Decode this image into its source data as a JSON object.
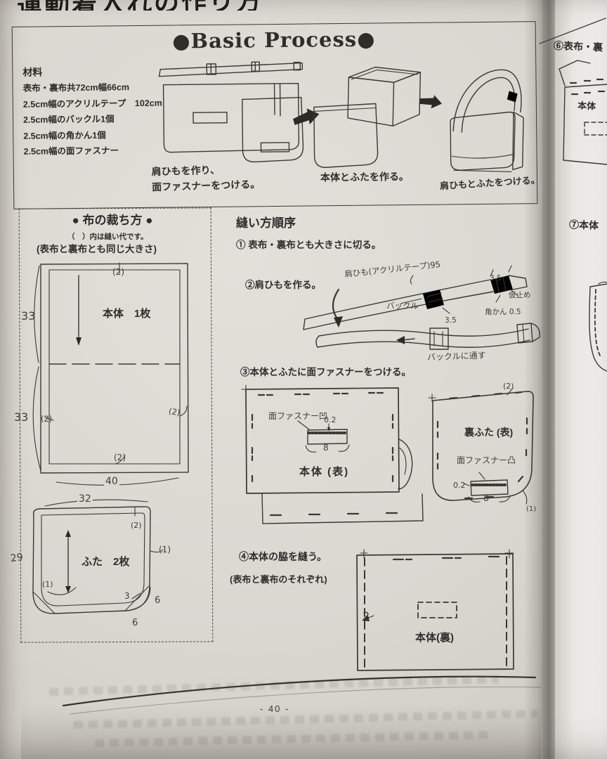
{
  "colors": {
    "paper": "#dcd9d3",
    "ink": "#2e2c29",
    "pencil": "#45423d"
  },
  "page": {
    "title": "運動着入れの作り方",
    "page_number": "- 40 -"
  },
  "basic_process": {
    "heading": "●Basic Process●",
    "materials": {
      "heading": "材料",
      "items": [
        "表布・裏布共72cm幅66cm",
        "2.5cm幅のアクリルテープ　102cm",
        "2.5cm幅のバックル1個",
        "2.5cm幅の角かん1個",
        "2.5cm幅の面ファスナー"
      ]
    },
    "steps": [
      {
        "caption_line1": "肩ひもを作り、",
        "caption_line2": "面ファスナーをつける。"
      },
      {
        "caption_line1": "本体とふたを作る。"
      },
      {
        "caption_line1": "肩ひもとふたをつける。"
      }
    ]
  },
  "cutting": {
    "heading": "● 布の裁ち方 ●",
    "seam_note": "（　）内は縫い代です。",
    "size_note": "(表布と裏布とも同じ大きさ)",
    "body": {
      "label": "本体　1枚",
      "dim_top": "(2)",
      "dim_left_upper": "33",
      "dim_left_lower": "33",
      "dim_left_seam": "(2)",
      "dim_right_seam": "(2)",
      "dim_bottom_seam": "(2)",
      "dim_bottom": "40"
    },
    "flap": {
      "label": "ふた　2枚",
      "dim_top": "32",
      "dim_top_seam": "(2)",
      "dim_left": "29",
      "dim_right_seam": "(1)",
      "dim_left_seam": "(1)",
      "corner_depth": "3",
      "corner_radius_side": "6",
      "corner_radius_bottom": "6"
    }
  },
  "sewing": {
    "heading": "縫い方順序",
    "step1": "① 表布・裏布とも大きさに切る。",
    "step2": "②肩ひもを作る。",
    "strap": {
      "label": "肩ひも(アクリルテープ)95",
      "dim_end": "3.5",
      "tack_label": "仮止め",
      "ring_label": "角かん 0.5",
      "buckle_label": "バックル",
      "dim_buckle": "3.5",
      "thread_note": "バックルに通す"
    },
    "step3": "③本体とふたに面ファスナーをつける。",
    "body_front": {
      "fastener_label": "面ファスナー凹",
      "dim_offset": "0.2",
      "dim_width": "8",
      "label": "本体 (表)"
    },
    "flap_back": {
      "dim_top_seam": "(2)",
      "label": "裏ふた (表)",
      "fastener_label": "面ファスナー凸",
      "dim_offset": "0.2",
      "dim_width": "8",
      "dim_corner_seam": "(1)"
    },
    "step4": "④本体の脇を縫う。",
    "step4_note": "(表布と裏布のそれぞれ)",
    "body_back": {
      "dim_seam": "2",
      "label": "本体(裏)"
    }
  },
  "next_page": {
    "step6_heading": "⑥表布・裏",
    "box_label": "本体",
    "step7_heading": "⑦本体"
  }
}
